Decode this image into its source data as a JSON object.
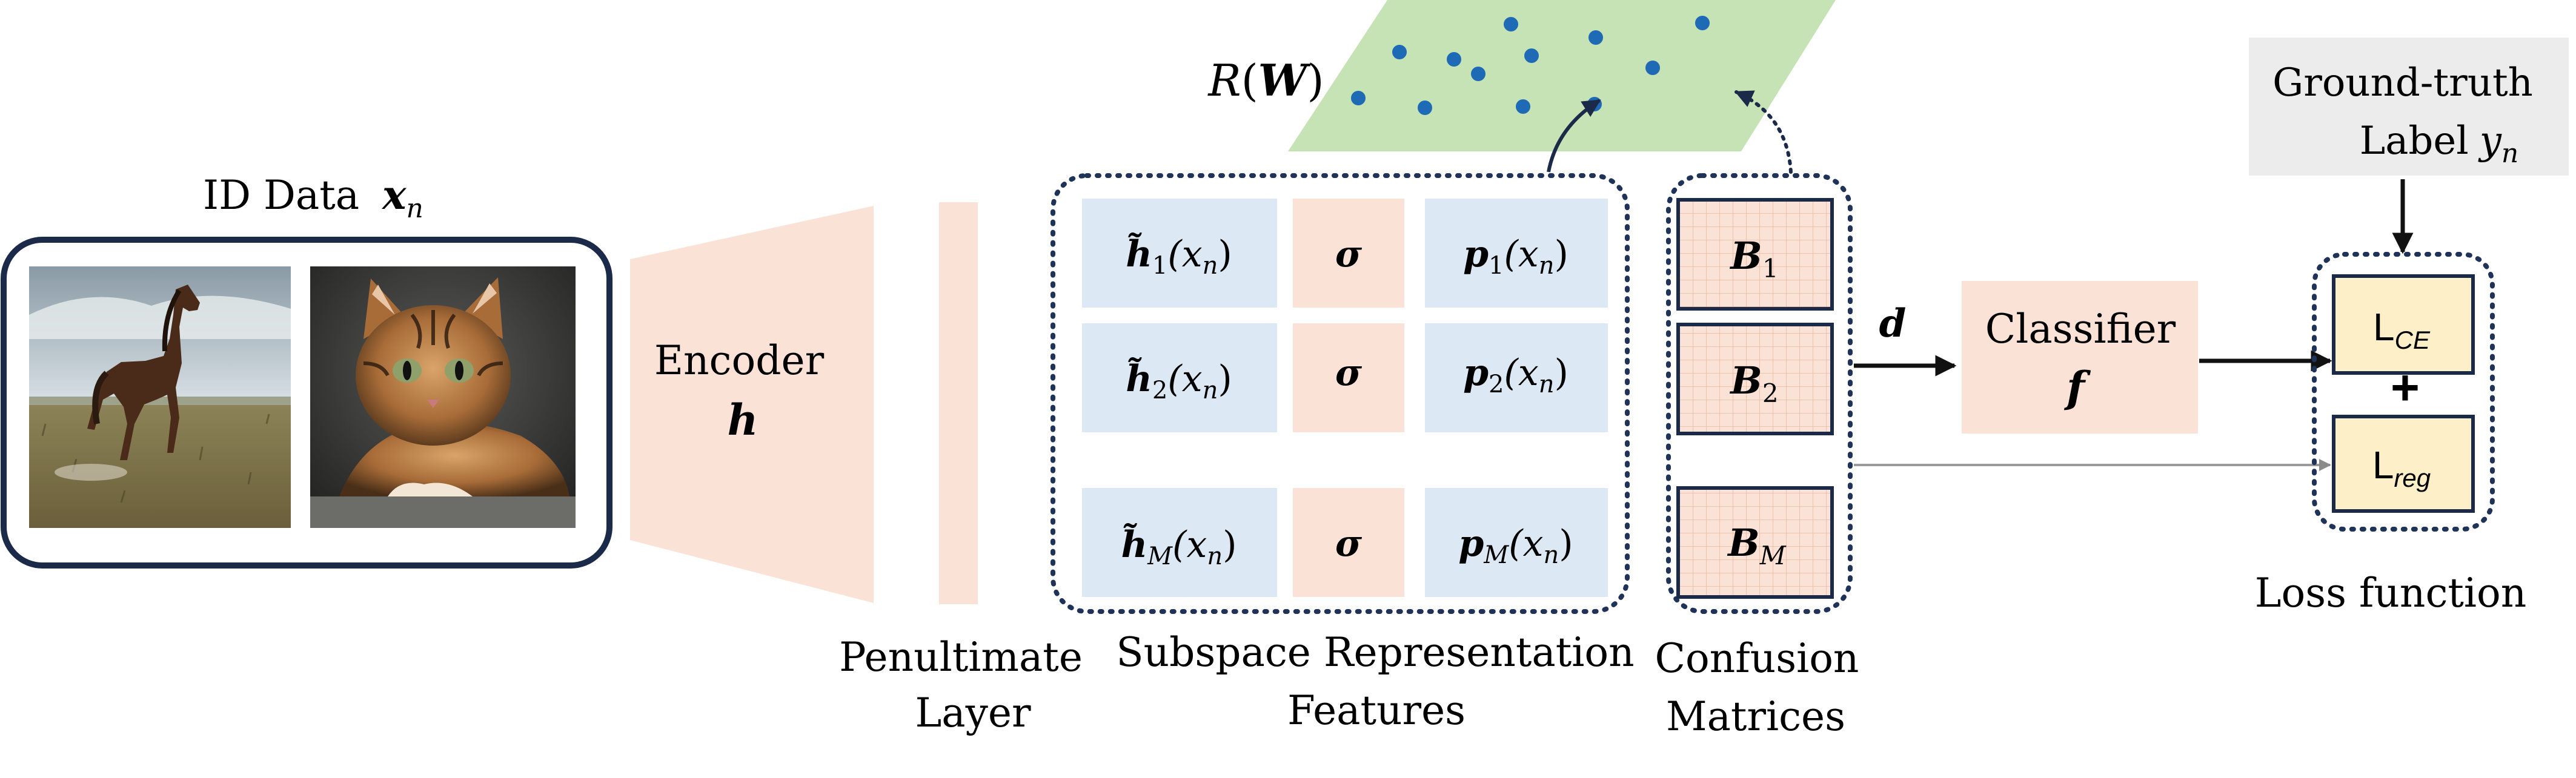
{
  "input": {
    "title": "ID Data",
    "title_math": "x",
    "title_sub": "n",
    "images": [
      {
        "name": "horse-image",
        "subject": "horse"
      },
      {
        "name": "cat-image",
        "subject": "cat"
      }
    ]
  },
  "encoder": {
    "label": "Encoder",
    "symbol": "h"
  },
  "penultimate": {
    "line1": "Penultimate",
    "line2": "Layer"
  },
  "subspace": {
    "line1": "Subspace Representation",
    "line2": "Features",
    "rows": [
      {
        "h_sym": "h̃",
        "h_sub": "1",
        "h_arg": "(x",
        "arg_sub": "n",
        "close": ")",
        "sigma": "σ",
        "p_sym": "p",
        "p_sub": "1"
      },
      {
        "h_sym": "h̃",
        "h_sub": "2",
        "h_arg": "(x",
        "arg_sub": "n",
        "close": ")",
        "sigma": "σ",
        "p_sym": "p",
        "p_sub": "2"
      },
      {
        "h_sym": "h̃",
        "h_sub": "M",
        "h_arg": "(x",
        "arg_sub": "n",
        "close": ")",
        "sigma": "σ",
        "p_sym": "p",
        "p_sub": "M"
      }
    ]
  },
  "regularizer": {
    "prefix": "R",
    "open": "(",
    "sym": "W",
    "close": ")"
  },
  "confusion": {
    "line1": "Confusion",
    "line2": "Matrices",
    "items": [
      {
        "sym": "B",
        "sub": "1"
      },
      {
        "sym": "B",
        "sub": "2"
      },
      {
        "sym": "B",
        "sub": "M"
      }
    ]
  },
  "d_label": "d",
  "classifier": {
    "label": "Classifier",
    "symbol": "f"
  },
  "ground_truth": {
    "line1": "Ground-truth",
    "line2": "Label",
    "sym": "y",
    "sub": "n"
  },
  "loss": {
    "ce": {
      "L": "L",
      "sub": "CE"
    },
    "plus": "+",
    "reg": {
      "L": "L",
      "sub": "reg"
    },
    "caption": "Loss function"
  },
  "colors": {
    "peach": "#fae3d6",
    "blue_box": "#dce8f4",
    "green_plane": "#c5e3b5",
    "dot_blue": "#1f6ab5",
    "dark_navy": "#1b2a48",
    "dotted_navy": "#1f3358",
    "loss_box": "#fdf0c8",
    "gt_gray": "#ececec"
  }
}
